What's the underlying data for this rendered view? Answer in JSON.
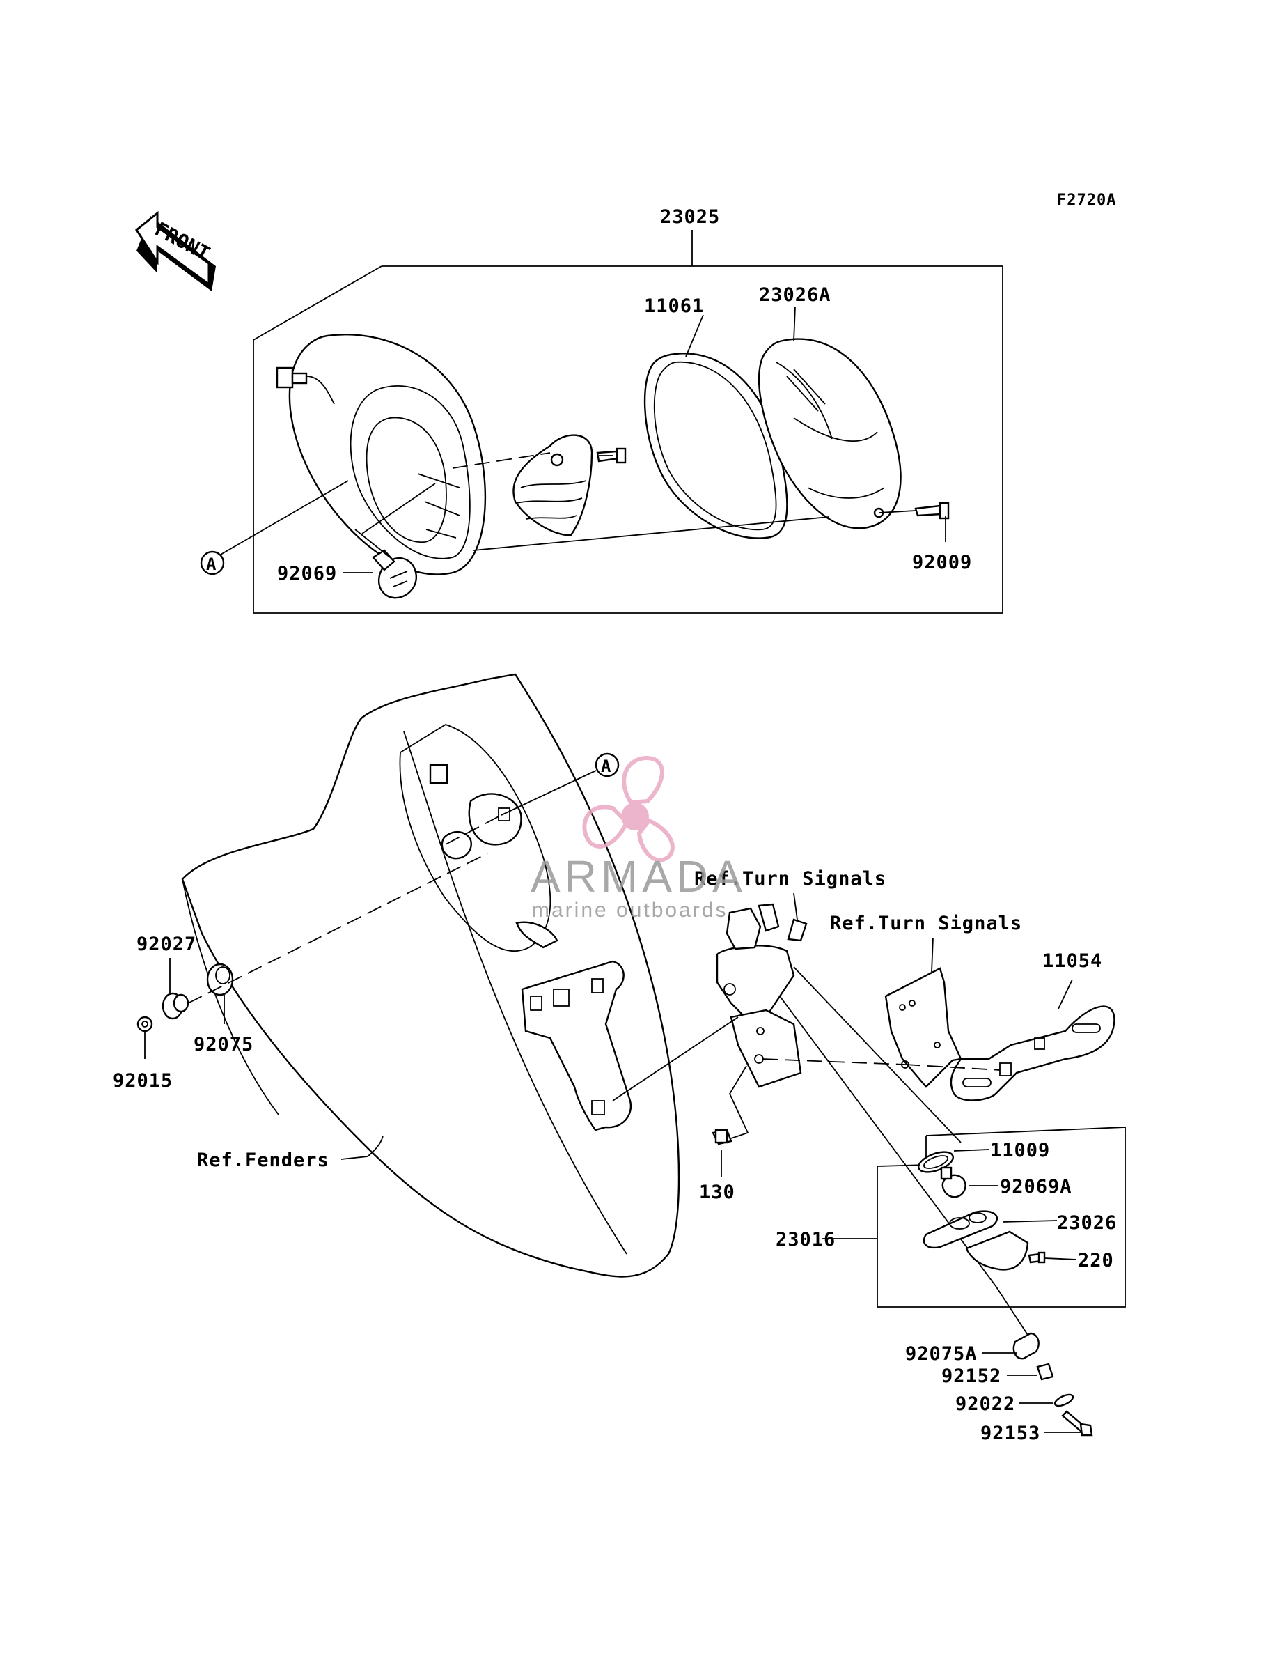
{
  "diagram": {
    "figure_code": "F2720A",
    "front_label": "FRONT",
    "callout_a": "A",
    "labels": {
      "p23025": "23025",
      "p11061": "11061",
      "p23026A": "23026A",
      "p92009": "92009",
      "p92069": "92069",
      "p92027": "92027",
      "p92075": "92075",
      "p92015": "92015",
      "ref_fenders": "Ref.Fenders",
      "ref_turn_1": "Ref.Turn Signals",
      "ref_turn_2": "Ref.Turn Signals",
      "p11054": "11054",
      "p130": "130",
      "p11009": "11009",
      "p92069A": "92069A",
      "p23026": "23026",
      "p220": "220",
      "p23016": "23016",
      "p92075A": "92075A",
      "p92152": "92152",
      "p92022": "92022",
      "p92153": "92153"
    }
  },
  "watermark": {
    "brand": "ARMADA",
    "tagline": "marine outboards",
    "color": "#e9a9c4"
  }
}
